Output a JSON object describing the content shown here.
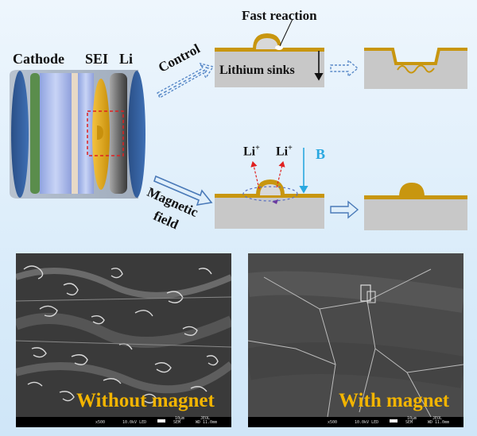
{
  "cell_labels": {
    "cathode": "Cathode",
    "sei": "SEI",
    "li": "Li"
  },
  "paths": {
    "control": "Control",
    "magnetic_line1": "Magnetic",
    "magnetic_line2": "field"
  },
  "top_panel": {
    "fast_reaction": "Fast reaction",
    "lithium_sinks": "Lithium sinks"
  },
  "bottom_panel": {
    "li_ion": "Li",
    "li_sup": "+",
    "field": "B"
  },
  "sem_left": {
    "caption": "Without magnet",
    "scale": "10μm",
    "magnification": "x500",
    "voltage": "10.0kV LED",
    "mode": "SEM",
    "wd": "WD 11.0mm",
    "maker": "JEOL"
  },
  "sem_right": {
    "caption": "With magnet",
    "scale": "10μm",
    "magnification": "x500",
    "voltage": "10.0kV LED",
    "mode": "SEM",
    "wd": "WD 11.0mm",
    "maker": "JEOL"
  },
  "colors": {
    "gold": "#c8960f",
    "caption": "#f2b400",
    "field_arrow": "#2aa8e0",
    "ion_arrow": "#e02020",
    "sei_gold": "#e0a010"
  }
}
